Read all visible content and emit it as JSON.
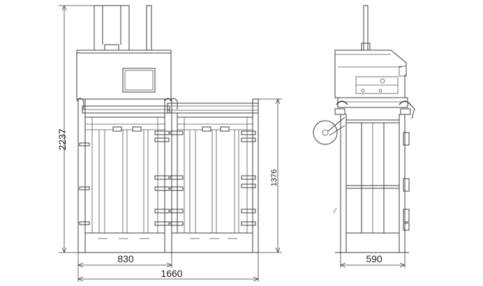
{
  "dimensions": {
    "overall_height": "2237",
    "chamber_height": "1376",
    "chamber_width": "830",
    "overall_width": "1660",
    "depth": "590"
  }
}
